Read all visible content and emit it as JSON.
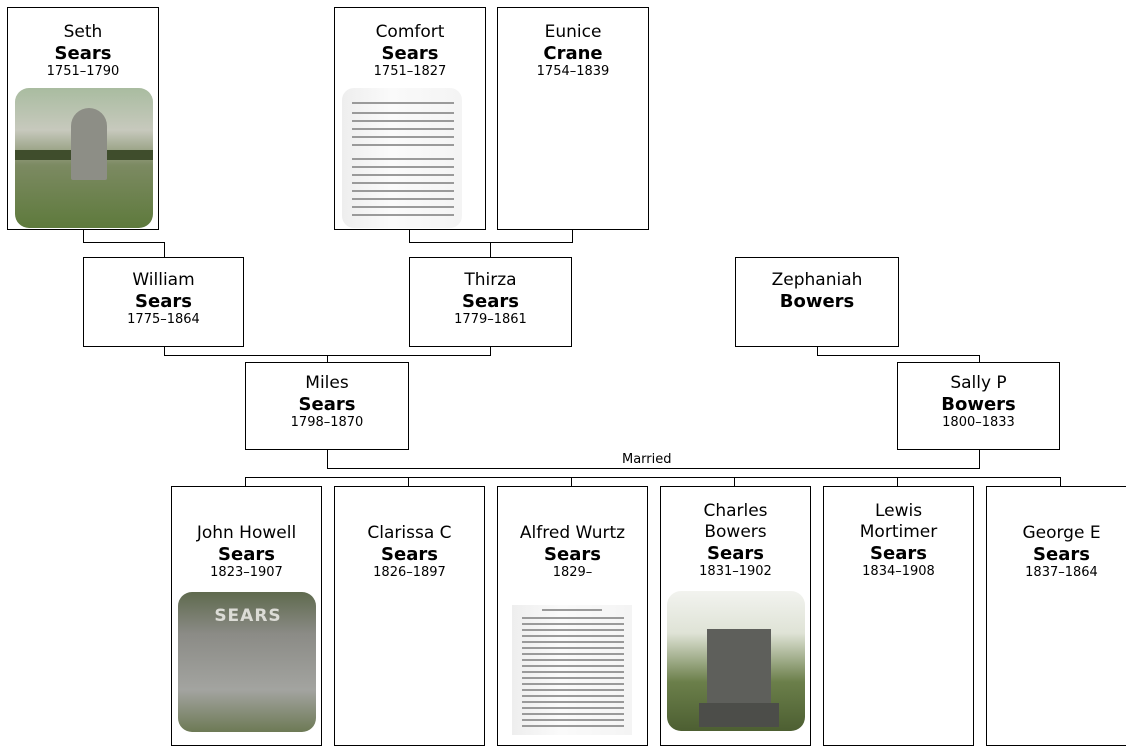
{
  "people": {
    "seth": {
      "given": "Seth",
      "surname": "Sears",
      "dates": "1751–1790"
    },
    "comfort": {
      "given": "Comfort",
      "surname": "Sears",
      "dates": "1751–1827"
    },
    "eunice": {
      "given": "Eunice",
      "surname": "Crane",
      "dates": "1754–1839"
    },
    "william": {
      "given": "William",
      "surname": "Sears",
      "dates": "1775–1864"
    },
    "thirza": {
      "given": "Thirza",
      "surname": "Sears",
      "dates": "1779–1861"
    },
    "zephaniah": {
      "given": "Zephaniah",
      "surname": "Bowers",
      "dates": ""
    },
    "miles": {
      "given": "Miles",
      "surname": "Sears",
      "dates": "1798–1870"
    },
    "sally": {
      "given": "Sally P",
      "surname": "Bowers",
      "dates": "1800–1833"
    },
    "john": {
      "given": "John Howell",
      "surname": "Sears",
      "dates": "1823–1907"
    },
    "clarissa": {
      "given": "Clarissa C",
      "surname": "Sears",
      "dates": "1826–1897"
    },
    "alfred": {
      "given": "Alfred Wurtz",
      "surname": "Sears",
      "dates": "1829–"
    },
    "charles": {
      "given_line1": "Charles",
      "given_line2": "Bowers",
      "surname": "Sears",
      "dates": "1831–1902"
    },
    "lewis": {
      "given_line1": "Lewis",
      "given_line2": "Mortimer",
      "surname": "Sears",
      "dates": "1834–1908"
    },
    "george": {
      "given": "George E",
      "surname": "Sears",
      "dates": "1837–1864"
    }
  },
  "marriage_label": "Married",
  "photos": {
    "john_stone_text": "SEARS"
  }
}
